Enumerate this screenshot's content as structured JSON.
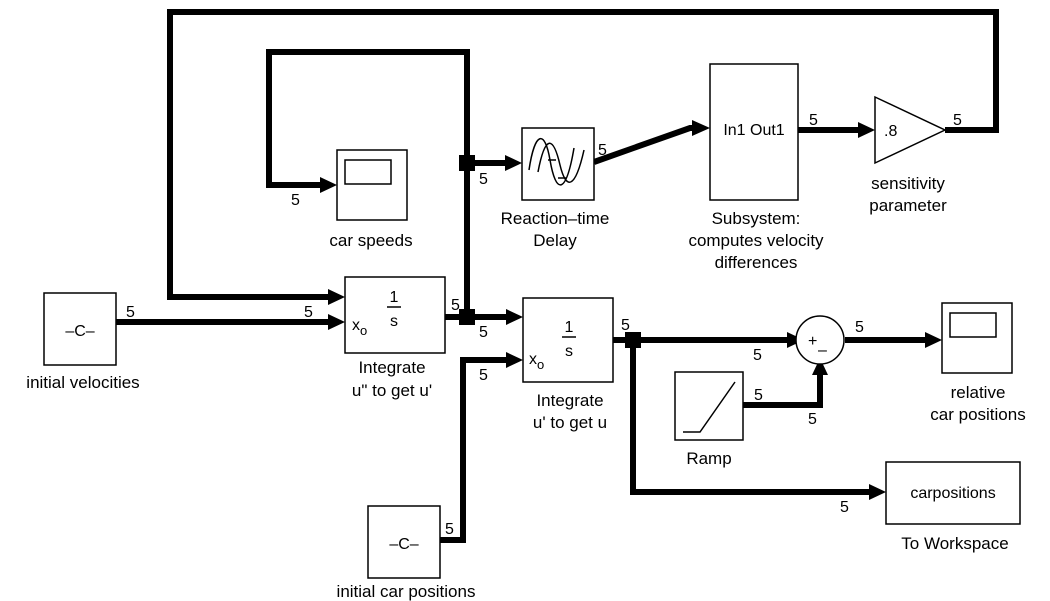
{
  "blocks": {
    "initial_velocities": {
      "inner": "–C–",
      "caption": "initial velocities"
    },
    "initial_car_positions": {
      "inner": "–C–",
      "caption": "initial car positions"
    },
    "car_speeds": {
      "caption": "car speeds"
    },
    "integrator1": {
      "x0": "x",
      "x0_sub": "o",
      "num": "1",
      "den": "s",
      "caption1": "Integrate",
      "caption2": "u\" to get u'"
    },
    "integrator2": {
      "x0": "x",
      "x0_sub": "o",
      "num": "1",
      "den": "s",
      "caption1": "Integrate",
      "caption2": "u' to get u"
    },
    "delay": {
      "caption1": "Reaction–time",
      "caption2": "Delay"
    },
    "subsystem": {
      "inner": "In1 Out1",
      "caption1": "Subsystem:",
      "caption2": "computes velocity",
      "caption3": "differences"
    },
    "gain": {
      "inner": ".8",
      "caption1": "sensitivity",
      "caption2": "parameter"
    },
    "sum": {
      "plus": "+",
      "minus": "–"
    },
    "relative_positions": {
      "caption1": "relative",
      "caption2": "car positions"
    },
    "ramp": {
      "caption": "Ramp"
    },
    "to_workspace": {
      "inner": "carpositions",
      "caption": "To Workspace"
    }
  },
  "signal_width_label": "5"
}
